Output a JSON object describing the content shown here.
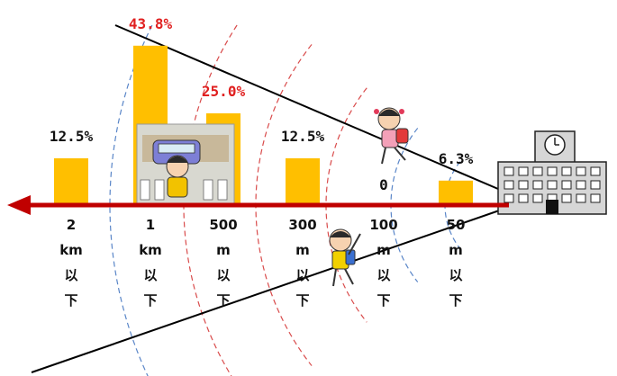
{
  "chart_data": {
    "type": "bar",
    "categories": [
      "2\nkm\n以\n下",
      "1\nkm\n以\n下",
      "500\nm\n以\n下",
      "300\nm\n以\n下",
      "100\nm\n以\n下",
      "50\nm\n以\n下"
    ],
    "values": [
      12.5,
      43.8,
      25.0,
      12.5,
      0,
      6.3
    ],
    "value_labels": [
      "12.5%",
      "43.8%",
      "25.0%",
      "12.5%",
      "0",
      "6.3%"
    ],
    "highlight": [
      false,
      true,
      true,
      false,
      false,
      false
    ],
    "title": "",
    "xlabel": "",
    "ylabel": "",
    "ylim": [
      0,
      50
    ],
    "grid": false,
    "colors": {
      "bar": "#FFBF00",
      "arrow": "#C00000",
      "highlight_label": "#E02020",
      "label": "#111111",
      "arc_red": "#D94B4B",
      "arc_blue": "#5A86C8"
    },
    "icons": [
      "school-building-icon",
      "child-illustration-icon",
      "traffic-scene-illustration-icon"
    ]
  }
}
